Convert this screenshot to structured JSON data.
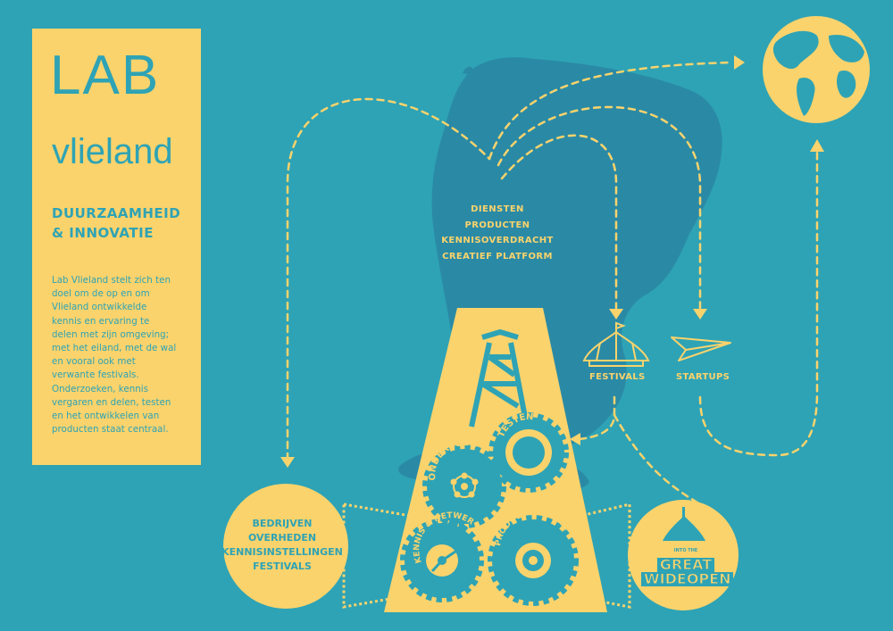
{
  "logo": {
    "lab": "LAB",
    "vlieland": "vlieland"
  },
  "heading": {
    "line1": "DUURZAAMHEID",
    "line2": "& INNOVATIE"
  },
  "intro": {
    "lines": [
      "Lab Vlieland stelt zich ten",
      "doel om de op en om",
      "Vlieland ontwikkelde",
      "kennis en ervaring te",
      "delen met zijn omgeving;",
      "met het eiland, met de wal",
      "en vooral ook met",
      "verwante festivals.",
      "Onderzoeken, kennis",
      "vergaren en delen, testen",
      "en het ontwikkelen van",
      "producten staat centraal."
    ]
  },
  "outputs": [
    "DIENSTEN",
    "PRODUCTEN",
    "KENNISOVERDRACHT",
    "CREATIEF PLATFORM"
  ],
  "labels": {
    "festivals": "FESTIVALS",
    "startups": "STARTUPS"
  },
  "gears": {
    "testen": "TESTEN",
    "onderzoek": "ONDERZOEK",
    "kennis": "KENNIS & NETWERK",
    "product": "PRODUCTONTWIKKELING"
  },
  "partners": [
    "BEDRIJVEN",
    "OVERHEDEN",
    "KENNISINSTELLINGEN",
    "FESTIVALS"
  ],
  "festival_logo": {
    "small": "INTO THE",
    "line1": "GREAT",
    "line2": "WIDEOPEN"
  },
  "colors": {
    "background": "#2ea3b5",
    "accent": "#fad36c",
    "map": "#2a8aa6"
  }
}
